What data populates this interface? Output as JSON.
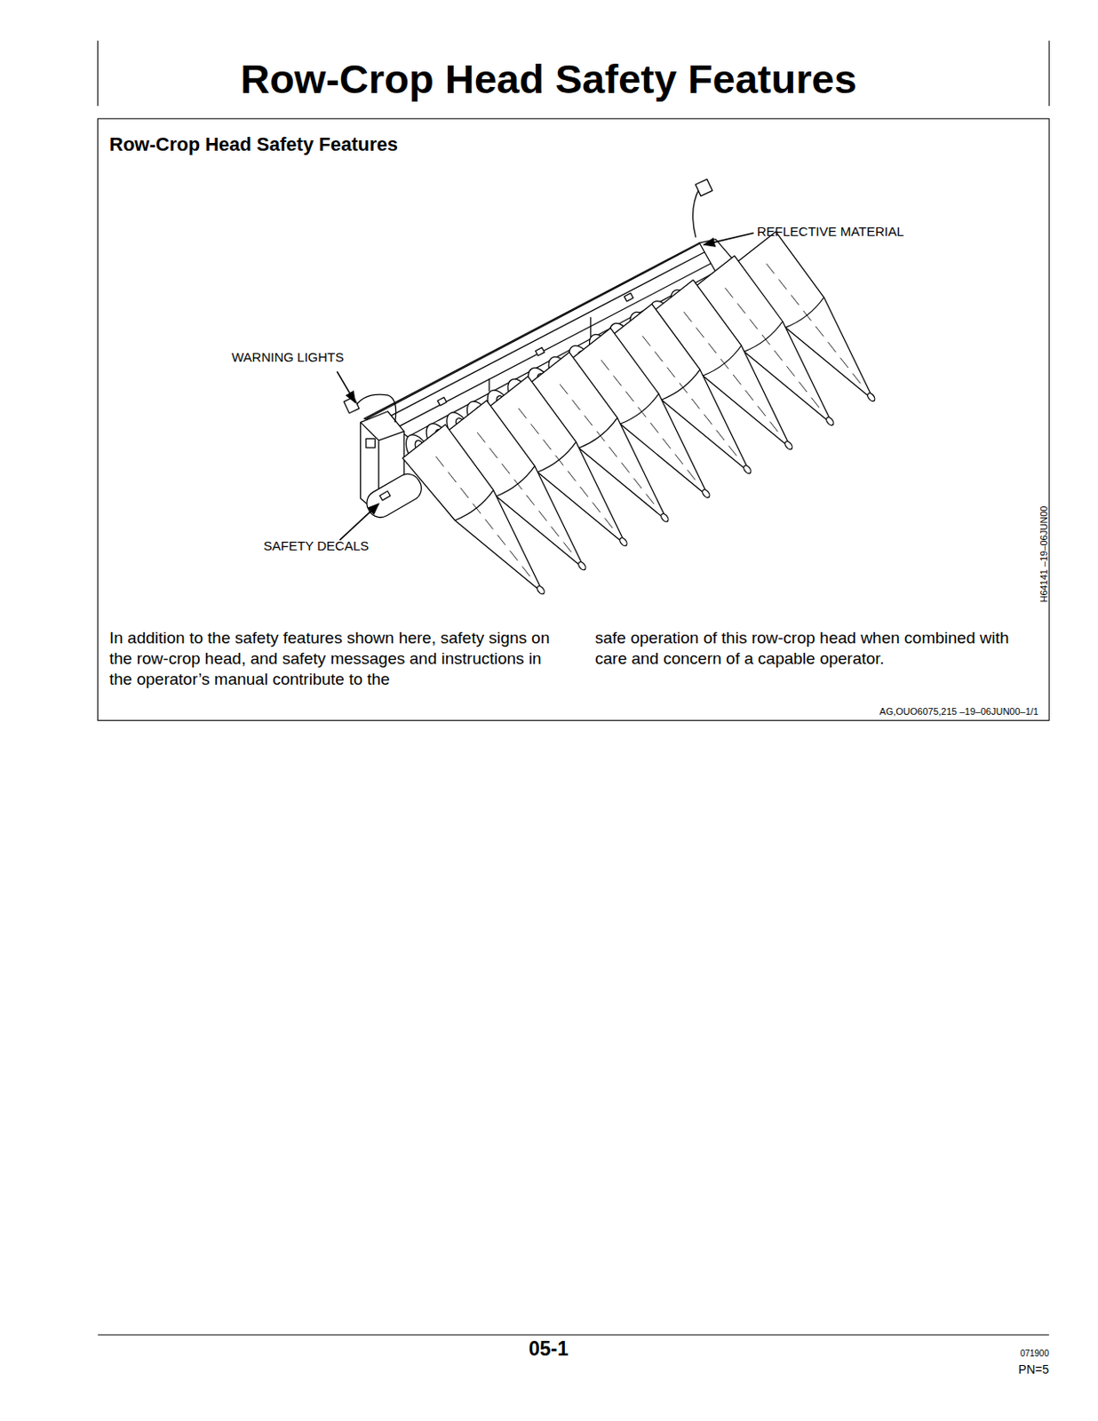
{
  "diagram": {
    "title": "Row-Crop Head Safety Features",
    "labels": [
      "Row-Crop Head Safety Features",
      "REFLECTIVE MATERIAL",
      "WARNING LIGHTS",
      "SAFETY DECALS",
      "H64141 –19–06JUN00",
      "In addition to the safety features shown here, safety signs on the row-crop head, and safety messages and instructions in the operator’s manual contribute to the",
      "safe operation of this row-crop head when combined with care and concern of a capable operator.",
      "AG,OUO6075,215 –19–06JUN00–1/1",
      "05-1",
      "071900",
      "PN=5"
    ]
  }
}
